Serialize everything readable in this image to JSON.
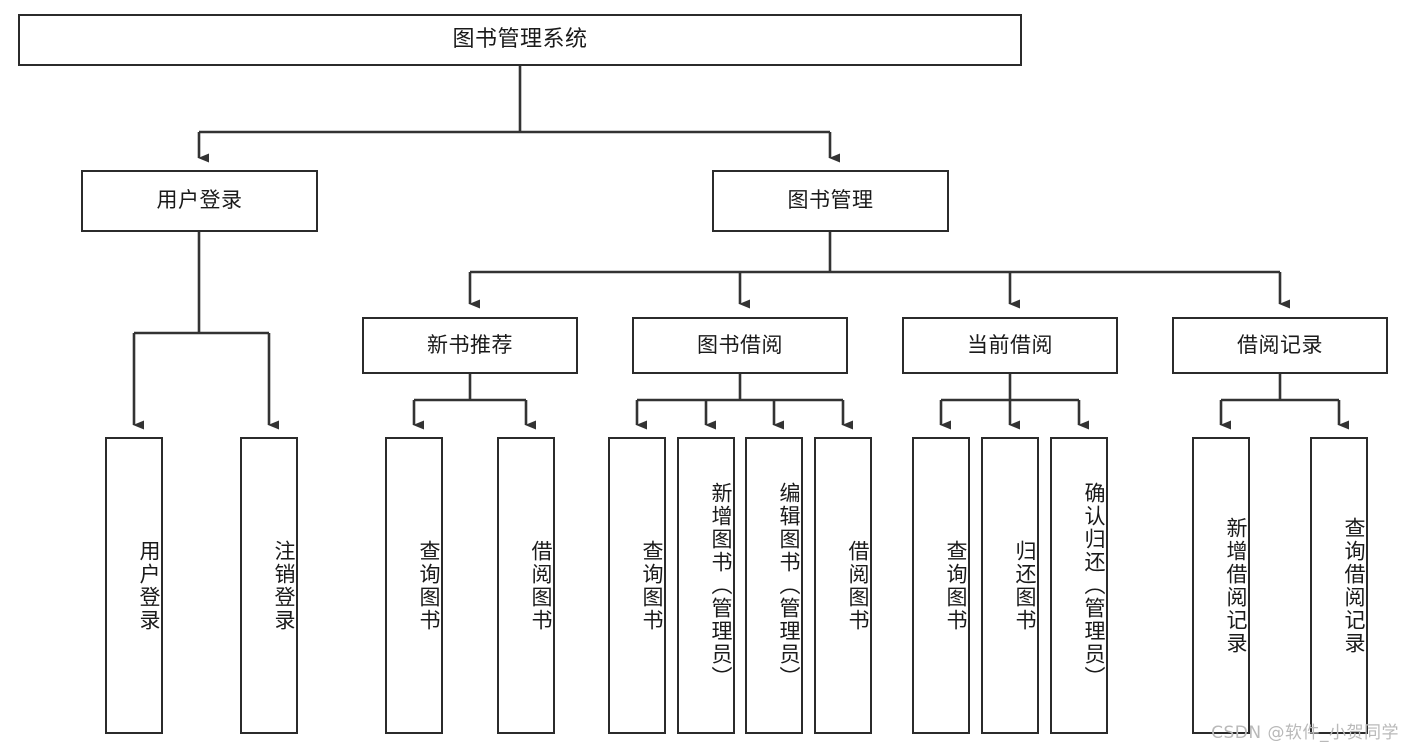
{
  "diagram": {
    "type": "tree-hierarchy",
    "title": "图书管理系统",
    "watermark": "CSDN @软件_小贺同学",
    "colors": {
      "box_border": "#2b2b2b",
      "box_fill": "#ffffff",
      "edge": "#333333",
      "text": "#1a1a1a",
      "watermark": "#b9b9b9",
      "background": "#ffffff"
    },
    "levels": 4,
    "nodes": {
      "root": {
        "label": "图书管理系统"
      },
      "level2": [
        {
          "id": "user-login",
          "label": "用户登录"
        },
        {
          "id": "book-management",
          "label": "图书管理"
        }
      ],
      "level3": [
        {
          "id": "new-book-recommend",
          "label": "新书推荐",
          "parent": "book-management"
        },
        {
          "id": "book-borrow",
          "label": "图书借阅",
          "parent": "book-management"
        },
        {
          "id": "current-borrow",
          "label": "当前借阅",
          "parent": "book-management"
        },
        {
          "id": "borrow-record",
          "label": "借阅记录",
          "parent": "book-management"
        }
      ],
      "leaves": {
        "user-login": [
          {
            "id": "leaf-user-login",
            "label": "用户登录"
          },
          {
            "id": "leaf-logout-login",
            "label": "注销登录"
          }
        ],
        "new-book-recommend": [
          {
            "id": "leaf-query-book-1",
            "label": "查询图书"
          },
          {
            "id": "leaf-borrow-book-1",
            "label": "借阅图书"
          }
        ],
        "book-borrow": [
          {
            "id": "leaf-query-book-2",
            "label": "查询图书"
          },
          {
            "id": "leaf-add-book",
            "label": "新增图书（管理员）"
          },
          {
            "id": "leaf-edit-book",
            "label": "编辑图书（管理员）"
          },
          {
            "id": "leaf-borrow-book-2",
            "label": "借阅图书"
          }
        ],
        "current-borrow": [
          {
            "id": "leaf-query-book-3",
            "label": "查询图书"
          },
          {
            "id": "leaf-return-book",
            "label": "归还图书"
          },
          {
            "id": "leaf-confirm-return",
            "label": "确认归还（管理员）"
          }
        ],
        "borrow-record": [
          {
            "id": "leaf-add-record",
            "label": "新增借阅记录"
          },
          {
            "id": "leaf-query-record",
            "label": "查询借阅记录"
          }
        ]
      }
    }
  }
}
